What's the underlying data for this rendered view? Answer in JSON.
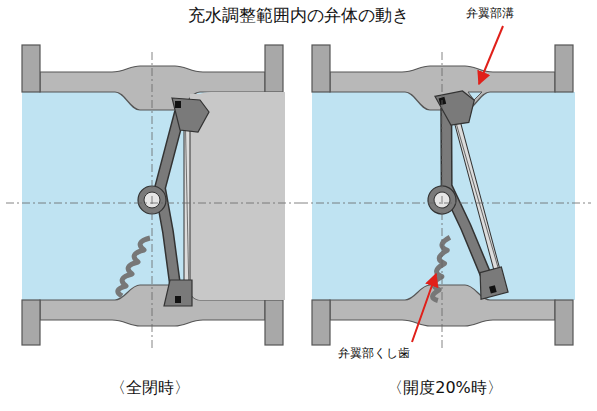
{
  "diagram": {
    "title": "充水調整範囲内の弁体の動き",
    "labels": [
      "弁翼部溝",
      "弁翼部くし歯",
      "〈全閉時〉",
      "〈開度20%時〉"
    ]
  }
}
